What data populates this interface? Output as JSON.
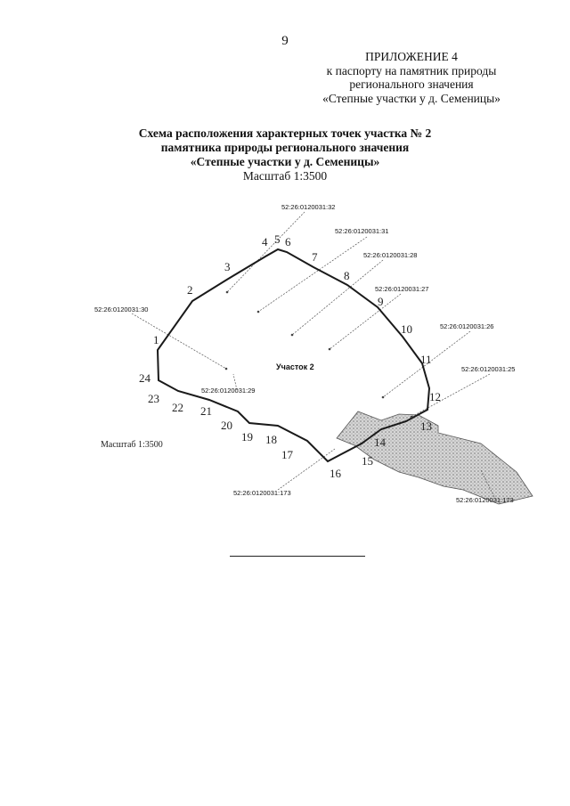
{
  "page": {
    "number": "9"
  },
  "appendix": {
    "line1": "ПРИЛОЖЕНИЕ 4",
    "line2": "к паспорту на памятник природы",
    "line3": "регионального значения",
    "line4": "«Степные участки у д. Семеницы»"
  },
  "title": {
    "line1": "Схема расположения характерных точек участка № 2",
    "line2": "памятника природы регионального значения",
    "line3": "«Степные участки у д. Семеницы»",
    "scale": "Масштаб 1:3500"
  },
  "map": {
    "plot_label": "Участок 2",
    "side_scale": "Масштаб 1:3500",
    "points": [
      "1",
      "2",
      "3",
      "4",
      "5",
      "6",
      "7",
      "8",
      "9",
      "10",
      "11",
      "12",
      "13",
      "14",
      "15",
      "16",
      "17",
      "18",
      "19",
      "20",
      "21",
      "22",
      "23",
      "24"
    ],
    "cadastral": [
      "52:26:0120031:32",
      "52:26:0120031:31",
      "52:26:0120031:28",
      "52:26:0120031:27",
      "52:26:0120031:30",
      "52:26:0120031:26",
      "52:26:0120031:25",
      "52:26:0120031:29",
      "52:26:0120031:173",
      "52:26:0120031:173"
    ]
  },
  "colors": {
    "line": "#1a1a1a",
    "hatch": "#777777"
  }
}
